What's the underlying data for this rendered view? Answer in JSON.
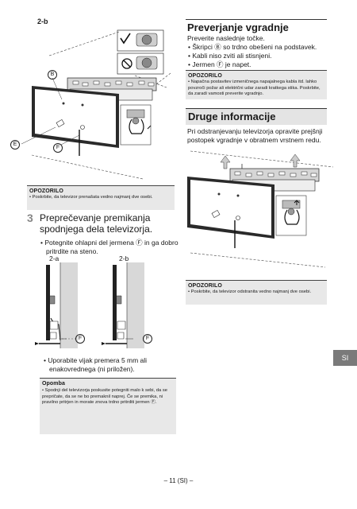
{
  "left": {
    "step_2b_label": "2-b",
    "callout_b": "B",
    "callout_e": "E",
    "callout_f": "F",
    "warning1": {
      "title": "OPOZORILO",
      "text": "• Poskrbite, da televizor prenašata vedno najmanj dve osebi."
    },
    "step3": {
      "number": "3",
      "title": "Preprečevanje premikanja spodnjega dela televizorja.",
      "bullet": "Potegnite ohlapni del jermena Ⓕ in ga dobro pritrdite na steno.",
      "sub_2a": "2-a",
      "sub_2b": "2-b",
      "f_label": "F"
    },
    "screw_note": "Uporabite vijak premera 5 mm ali enakovrednega (ni priložen).",
    "note": {
      "title": "Opomba",
      "text": "• Spodnji del televizorja poskusite potegniti malo k sebi, da se prepričate, da se ne bo premaknil naprej. Če se premika, ni pravilno pritrjen in morate znova trdno pritrditi jermen Ⓕ."
    }
  },
  "right": {
    "section1": {
      "title": "Preverjanje vgradnje",
      "intro": "Preverite naslednje točke.",
      "bullets": [
        "Škripci Ⓑ so trdno obešeni na podstavek.",
        "Kabli niso zviti ali stisnjeni.",
        "Jermen Ⓕ je napet."
      ]
    },
    "warning2": {
      "title": "OPOZORILO",
      "text": "• Napačna postavitev izmeničnega napajalnega kabla itd. lahko povzroči požar ali električni udar zaradi kratkega stika. Poskrbite, da zaradi vamosti preverite vgradnjo."
    },
    "section2": {
      "title": "Druge informacije",
      "text": "Pri odstranjevanju televizorja opravite prejšnji postopek vgradnje v obratnem vrstnem redu."
    },
    "warning3": {
      "title": "OPOZORILO",
      "text": "• Poskrbite, da televizor odstranita vedno najmanj dve osebi."
    }
  },
  "side_tab": "SI",
  "page_number": "– 11 (SI) –"
}
